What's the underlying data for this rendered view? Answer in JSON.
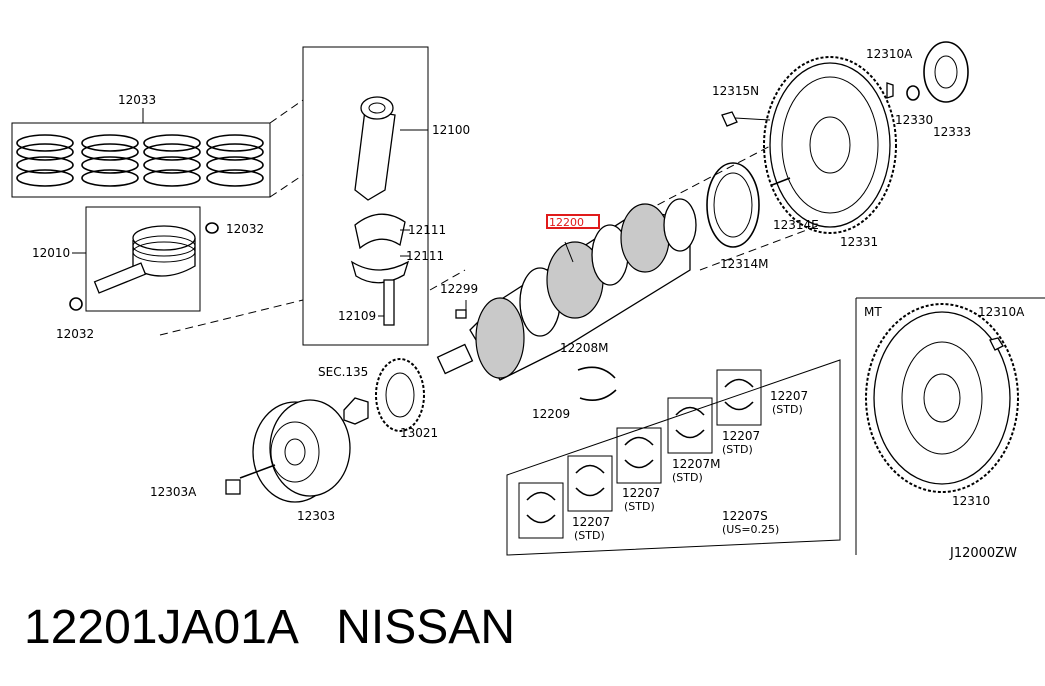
{
  "labels": {
    "p12033": "12033",
    "p12100": "12100",
    "p12032a": "12032",
    "p12010": "12010",
    "p12032b": "12032",
    "p12111a": "12111",
    "p12111b": "12111",
    "p12109": "12109",
    "p12200": "12200",
    "p12299": "12299",
    "p12315N": "12315N",
    "p12310Aa": "12310A",
    "p12330": "12330",
    "p12333": "12333",
    "p12314E": "12314E",
    "p12331": "12331",
    "p12314M": "12314M",
    "sec135": "SEC.135",
    "p13021": "13021",
    "p12208M": "12208M",
    "p12209": "12209",
    "p12303A": "12303A",
    "p12303": "12303",
    "p12207a": "12207",
    "p12207a_std": "(STD)",
    "p12207b": "12207",
    "p12207b_std": "(STD)",
    "p12207M": "12207M",
    "p12207M_std": "(STD)",
    "p12207c": "12207",
    "p12207c_std": "(STD)",
    "p12207d": "12207",
    "p12207d_std": "(STD)",
    "p12207S": "12207S",
    "p12207S_us": "(US=0.25)",
    "mt": "MT",
    "p12310Ab": "12310A",
    "p12310": "12310",
    "diagram_code": "J12000ZW"
  },
  "highlight_color": "#e01b1b",
  "footer": {
    "part_number": "12201JA01A",
    "brand": "NISSAN"
  }
}
